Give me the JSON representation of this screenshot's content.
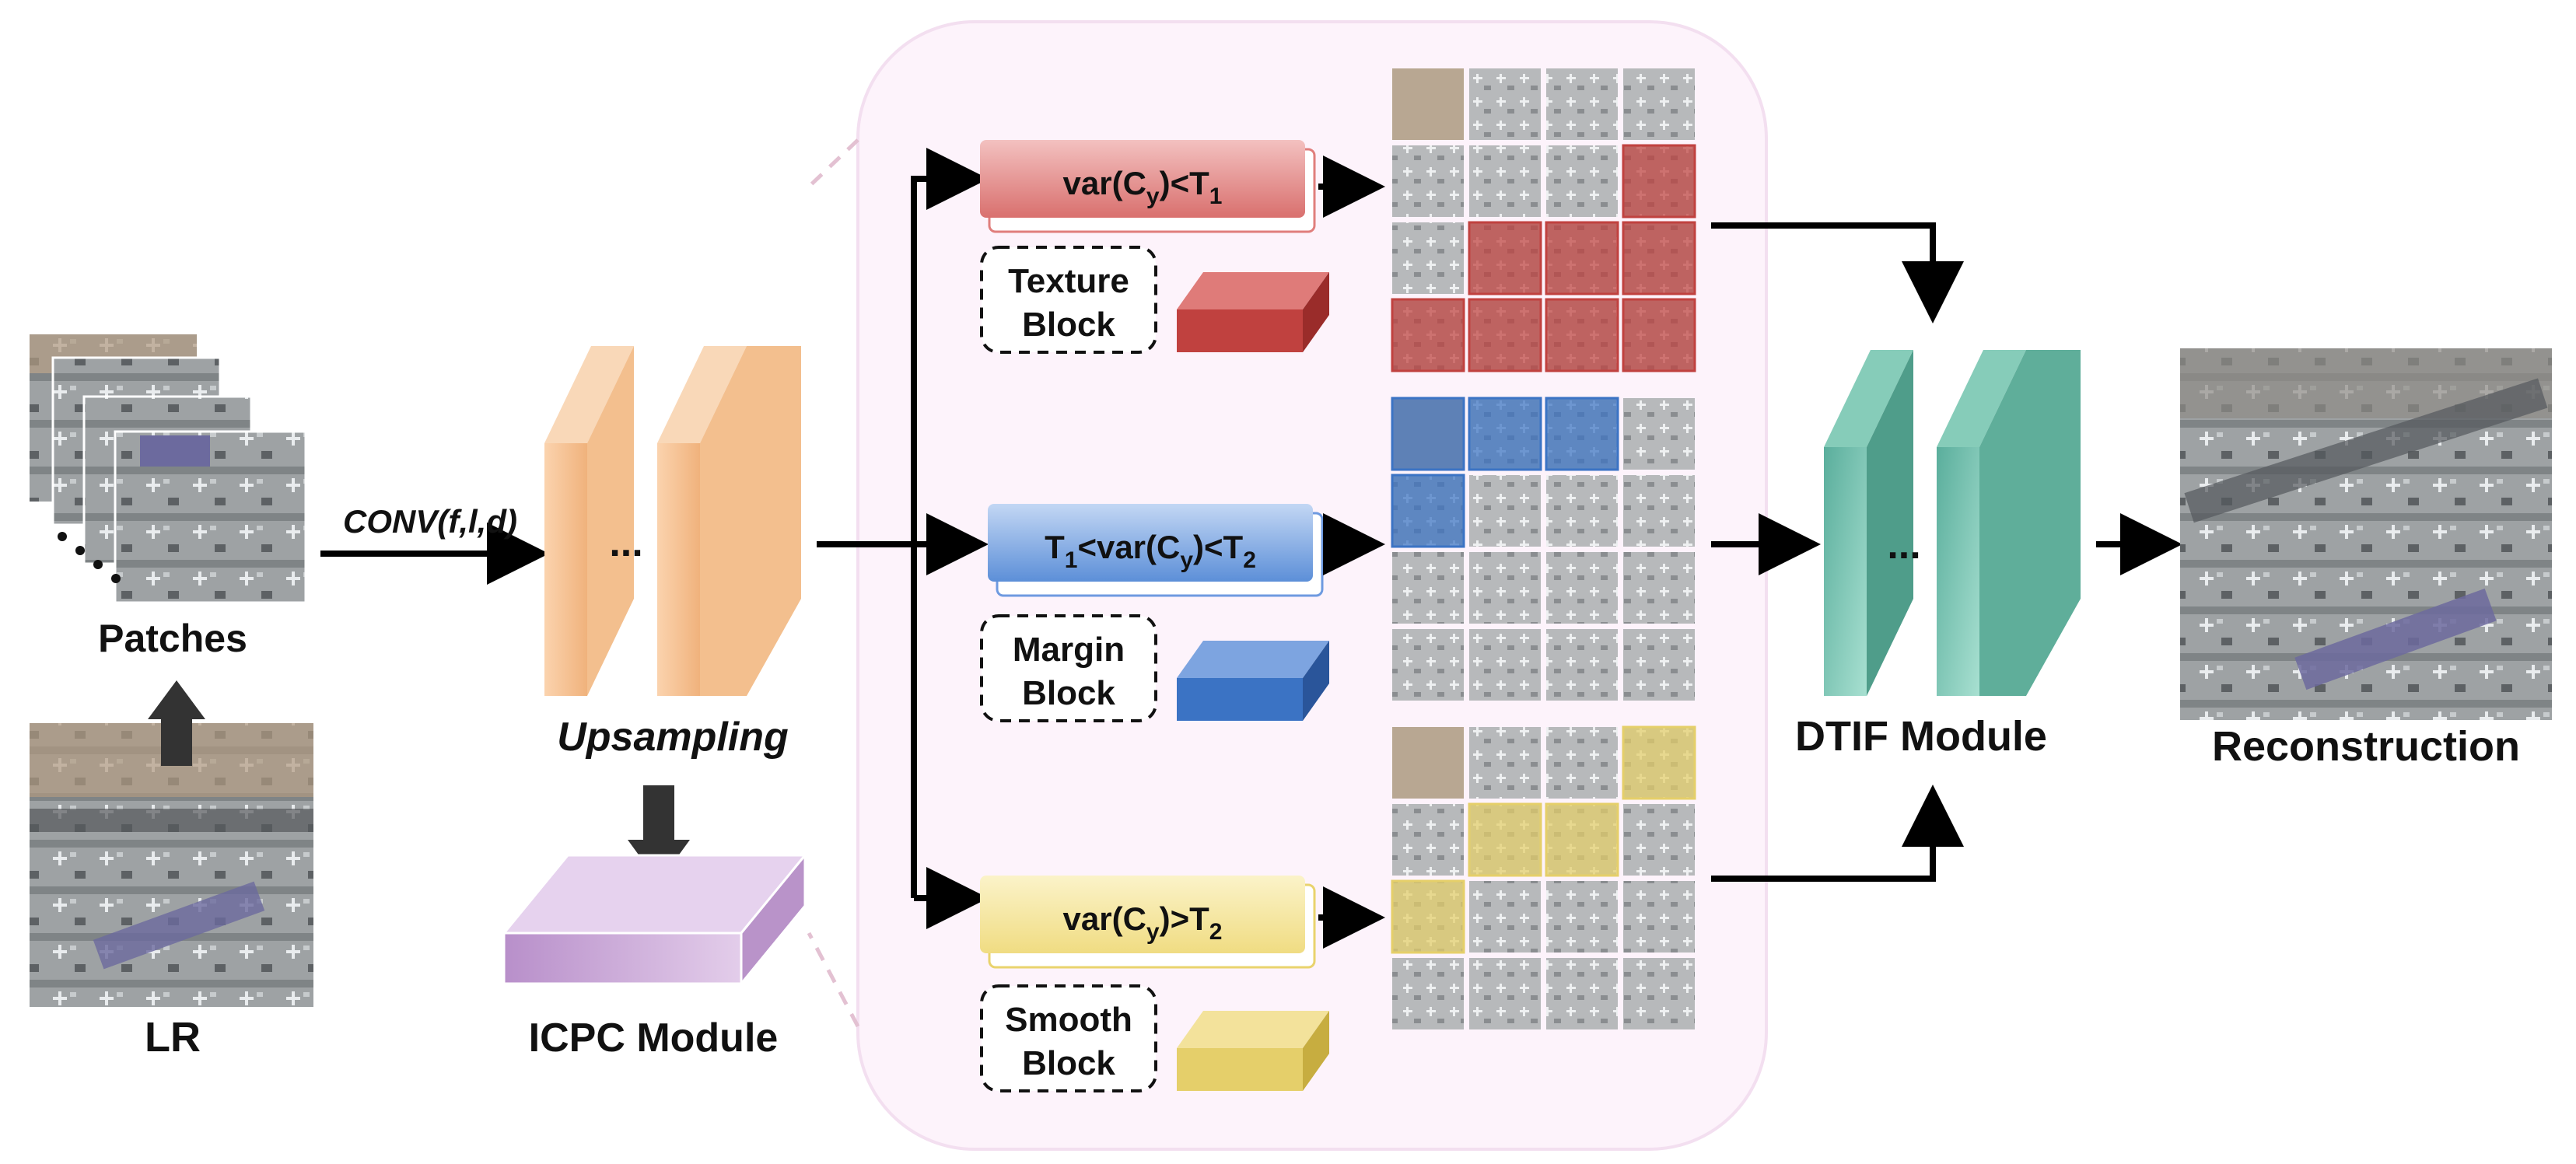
{
  "labels": {
    "patches": "Patches",
    "lr": "LR",
    "conv": "CONV(f,l,d)",
    "upsampling": "Upsampling",
    "icpc": "ICPC Module",
    "dtif": "DTIF Module",
    "reconstruction": "Reconstruction",
    "ellipsis": "..."
  },
  "branches": [
    {
      "condition_pre": "var(C",
      "sub1": "y",
      "mid": ")<T",
      "sub2": "1",
      "post": "",
      "block_line1": "Texture",
      "block_line2": "Block",
      "color": "#c0413f"
    },
    {
      "condition_pre": "T",
      "sub0": "1",
      "mid0": "<var(C",
      "sub1": "y",
      "mid": ")<T",
      "sub2": "2",
      "post": "",
      "block_line1": "Margin",
      "block_line2": "Block",
      "color": "#3b73c4"
    },
    {
      "condition_pre": "var(C",
      "sub1": "y",
      "mid": ")>T",
      "sub2": "2",
      "post": "",
      "block_line1": "Smooth",
      "block_line2": "Block",
      "color": "#e5cf6a"
    }
  ],
  "colors": {
    "upsampling": "#f6c294",
    "icpc": "#c9a8d6",
    "dtif": "#6fc1ad",
    "panel": "#fdf3fb",
    "texture": "#c0413f",
    "margin": "#3b73c4",
    "smooth": "#e5cf6a"
  }
}
